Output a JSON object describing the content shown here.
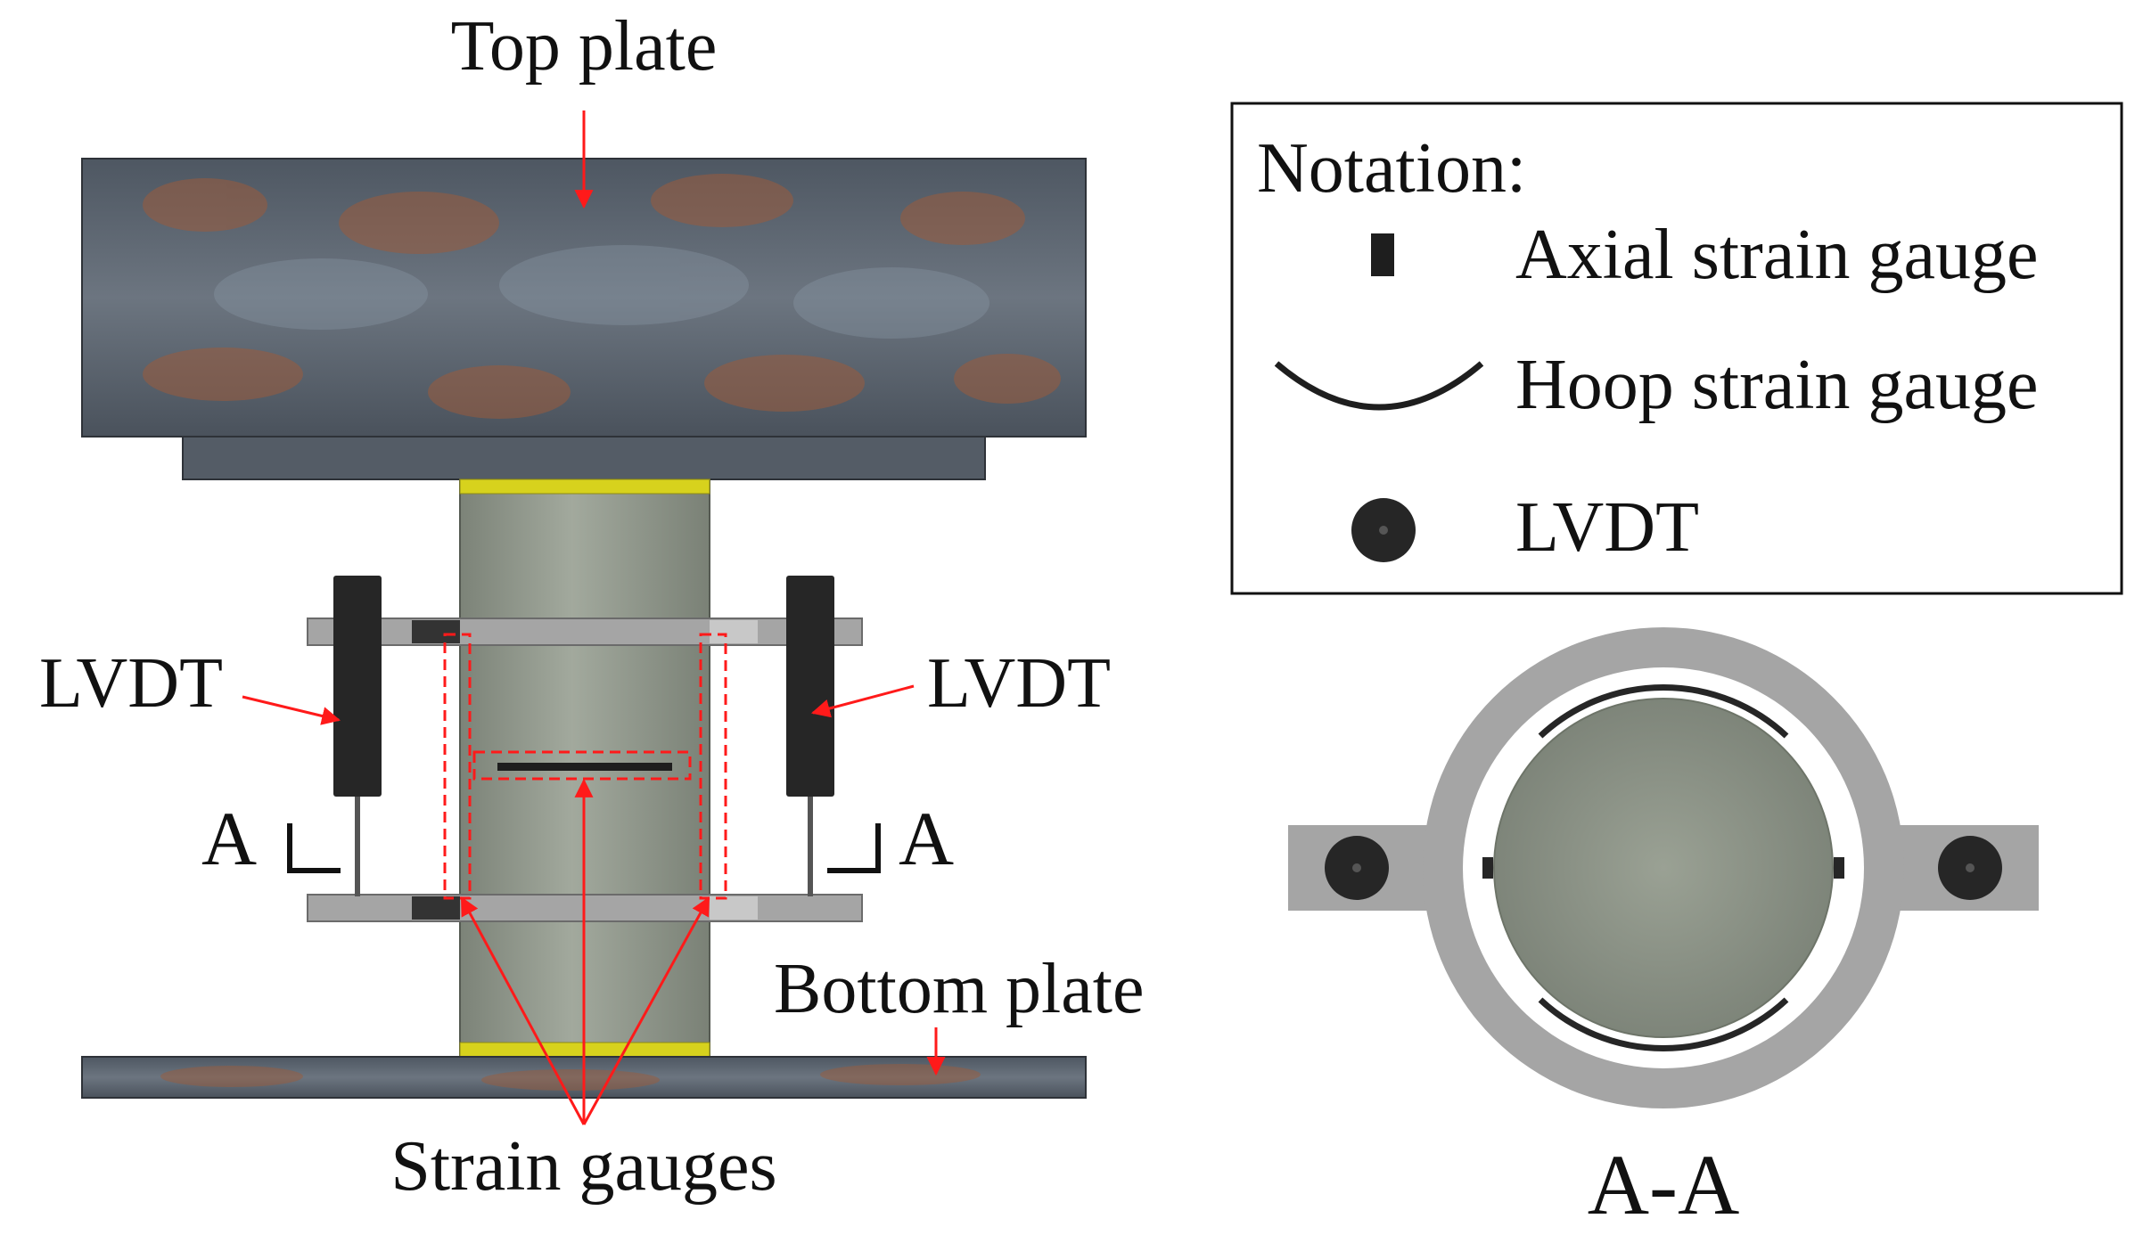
{
  "labels": {
    "top_plate": "Top plate",
    "bottom_plate": "Bottom plate",
    "lvdt_left": "LVDT",
    "lvdt_right": "LVDT",
    "section_left": "A",
    "section_right": "A",
    "strain_gauges": "Strain gauges",
    "section_view": "A-A"
  },
  "legend": {
    "title": "Notation:",
    "items": [
      {
        "symbol": "axial-strain-gauge-symbol",
        "label": "Axial strain gauge"
      },
      {
        "symbol": "hoop-strain-gauge-symbol",
        "label": "Hoop strain gauge"
      },
      {
        "symbol": "lvdt-symbol",
        "label": "LVDT"
      }
    ]
  },
  "colors": {
    "annotation": "#ff1a1a",
    "steel": "#5b6470",
    "rust": "#9a5b3c",
    "concrete": "#8f978a",
    "collar": "#a5a5a5",
    "rubber_pad": "#d7d21d",
    "sensor": "#262626",
    "outline": "#111111"
  }
}
